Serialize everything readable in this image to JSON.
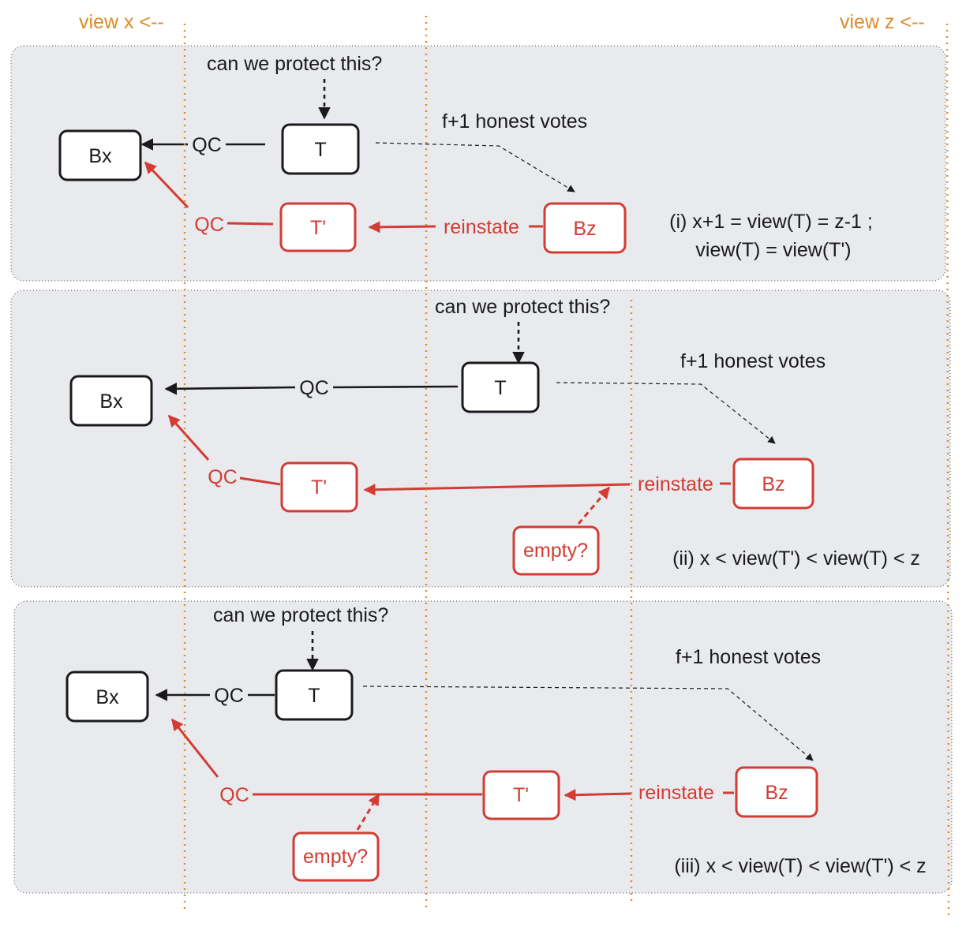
{
  "colors": {
    "accent_orange": "#e08a2a",
    "red": "#d23c34",
    "black": "#1a1a1a",
    "panel_bg": "#e8eaee"
  },
  "header": {
    "view_x": "view x <--",
    "view_z": "view z <--"
  },
  "panels": [
    {
      "question": "can we protect this?",
      "votes": "f+1 honest votes",
      "bx": "Bx",
      "t": "T",
      "qc_black": "QC",
      "qc_red": "QC",
      "t_prime": "T'",
      "reinstate": "reinstate",
      "bz": "Bz",
      "caption_line1": "(i) x+1 = view(T) = z-1 ;",
      "caption_line2": "view(T) = view(T')"
    },
    {
      "question": "can we protect this?",
      "votes": "f+1 honest votes",
      "bx": "Bx",
      "t": "T",
      "qc_black": "QC",
      "qc_red": "QC",
      "t_prime": "T'",
      "reinstate": "reinstate",
      "bz": "Bz",
      "empty": "empty?",
      "caption_line1": "(ii) x < view(T') < view(T) < z"
    },
    {
      "question": "can we protect this?",
      "votes": "f+1 honest votes",
      "bx": "Bx",
      "t": "T",
      "qc_black": "QC",
      "qc_red": "QC",
      "t_prime": "T'",
      "reinstate": "reinstate",
      "bz": "Bz",
      "empty": "empty?",
      "caption_line1": "(iii) x < view(T) < view(T') < z"
    }
  ]
}
